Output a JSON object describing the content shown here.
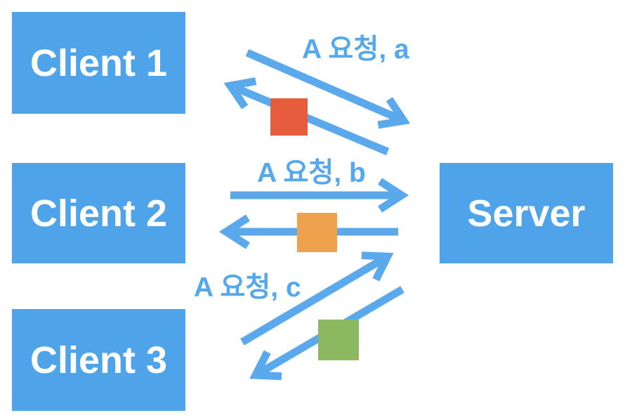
{
  "diagram": {
    "nodes": [
      {
        "id": "client1",
        "label": "Client 1"
      },
      {
        "id": "client2",
        "label": "Client 2"
      },
      {
        "id": "client3",
        "label": "Client 3"
      },
      {
        "id": "server",
        "label": "Server"
      }
    ],
    "exchanges": [
      {
        "client": "Client 1",
        "server": "Server",
        "label": "A 요청, a",
        "square_color": "#E55D3D"
      },
      {
        "client": "Client 2",
        "server": "Server",
        "label": "A 요청, b",
        "square_color": "#EEA24D"
      },
      {
        "client": "Client 3",
        "server": "Server",
        "label": "A 요청, c",
        "square_color": "#8CB862"
      }
    ],
    "colors": {
      "node_fill": "#4EA3E9",
      "node_text": "#FFFFFF",
      "arrow": "#5AA9ED",
      "label_text": "#55A8EC"
    }
  }
}
